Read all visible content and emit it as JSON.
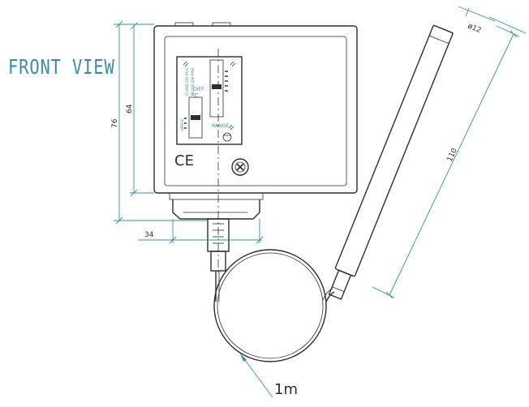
{
  "title": "FRONT VIEW",
  "dimensions": {
    "height_total": "76",
    "height_body": "64",
    "width_bottom": "34",
    "bulb_diameter": "ø12",
    "bulb_length": "110",
    "capillary_length": "1m"
  },
  "panel": {
    "diff_label": "DIFF.",
    "unit_label": "°C",
    "range_label": "RANGE"
  },
  "marks": {
    "ce": "CE"
  },
  "colors": {
    "dimension": "#3a8ea8",
    "outline": "#2e2e2e"
  }
}
